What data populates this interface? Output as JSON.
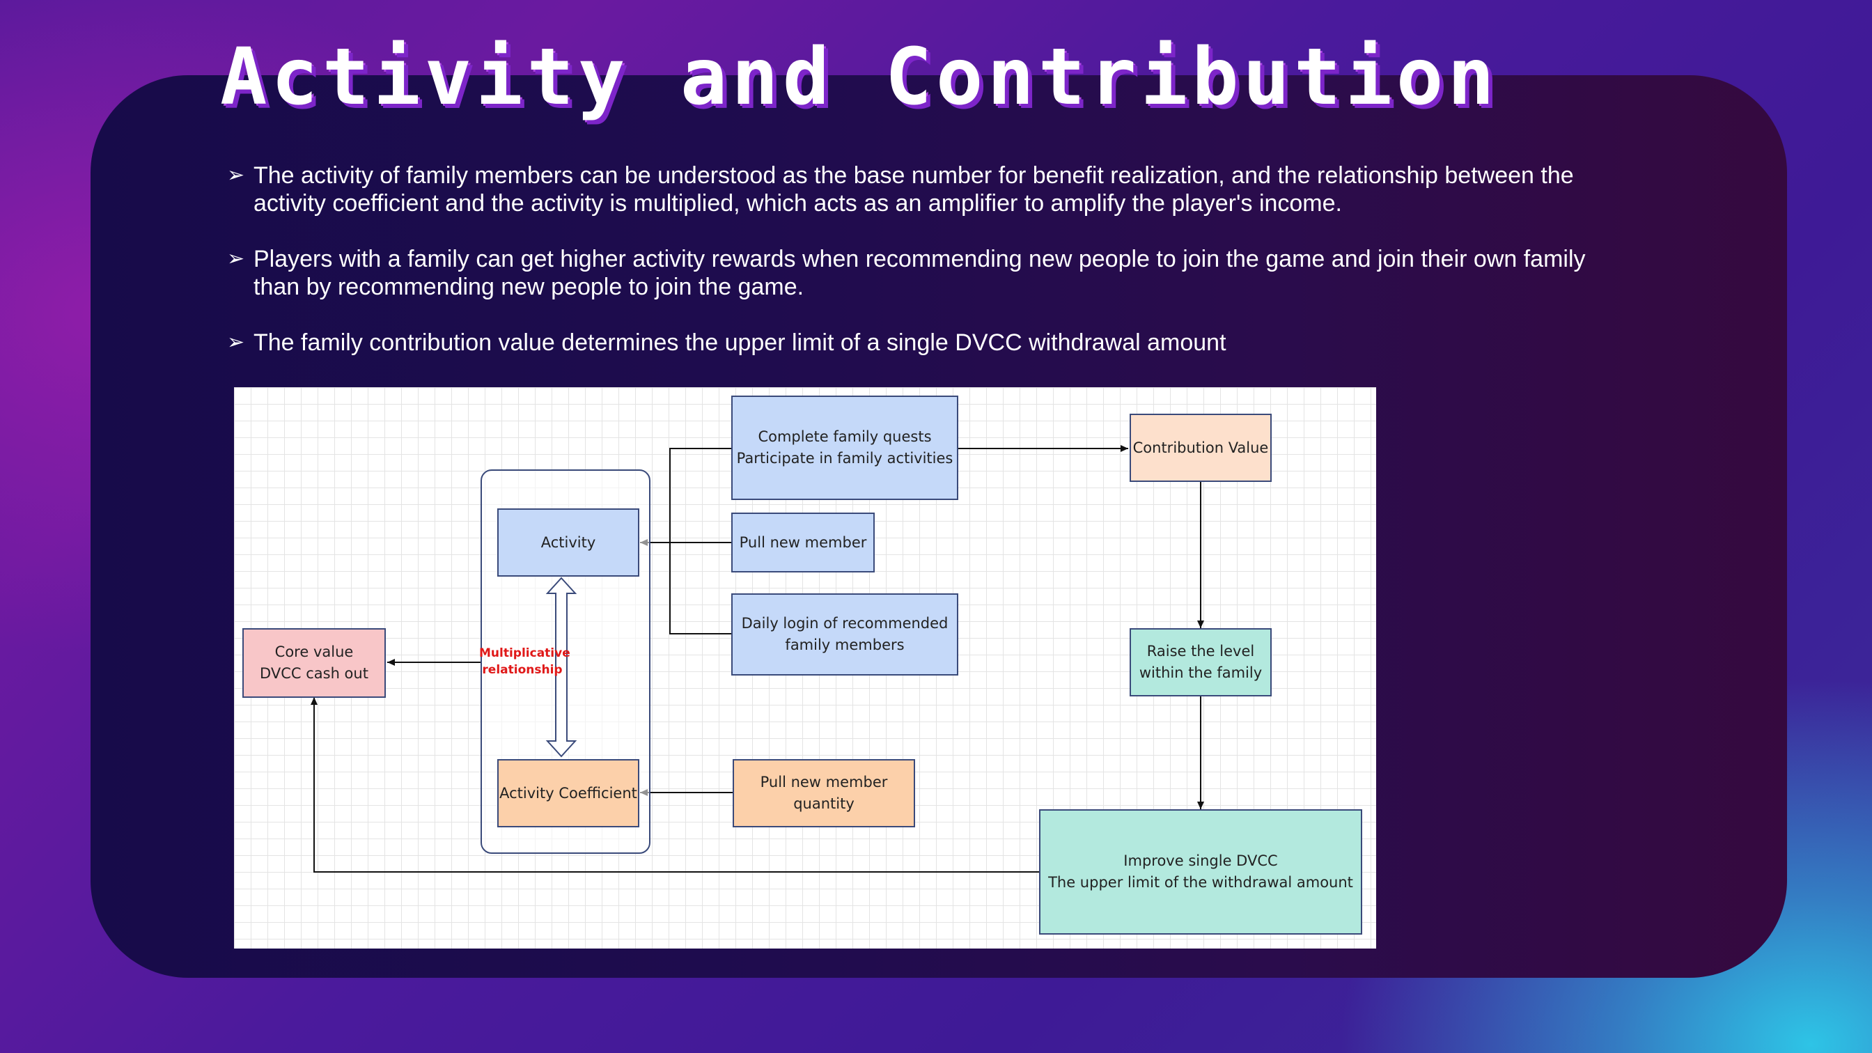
{
  "title": "Activity and Contribution",
  "bullets": [
    "The activity of family members can be understood as the base number for benefit realization, and the relationship between the activity coefficient and the activity is multiplied, which acts as an amplifier to amplify the player's income.",
    "Players with a family can get higher activity rewards when recommending new people to join the game and join their own family than by recommending new people to join the game.",
    "The family contribution value determines the upper limit of a single DVCC withdrawal amount"
  ],
  "bullet_icon": "arrowhead-icon",
  "diagram": {
    "nodes": {
      "quests": "Complete family quests\nParticipate in family activities",
      "contribution": "Contribution Value",
      "activity": "Activity",
      "pull_member": "Pull new member",
      "daily_login": "Daily login of recommended\nfamily members",
      "core_value": "Core value\nDVCC cash out",
      "raise_level": "Raise the level\nwithin the family",
      "activity_coefficient": "Activity Coefficient",
      "pull_quantity": "Pull new member\nquantity",
      "improve_dvcc": "Improve single DVCC\nThe upper limit of the withdrawal amount"
    },
    "multiplicative_label": "Multiplicative\nrelationship"
  },
  "colors": {
    "blue_node": "#c5d9f9",
    "orange_node": "#fcd0aa",
    "peach_node": "#fde0cc",
    "pink_node": "#f8c6c8",
    "teal_node": "#b3e9de",
    "red_label": "#e01818"
  }
}
